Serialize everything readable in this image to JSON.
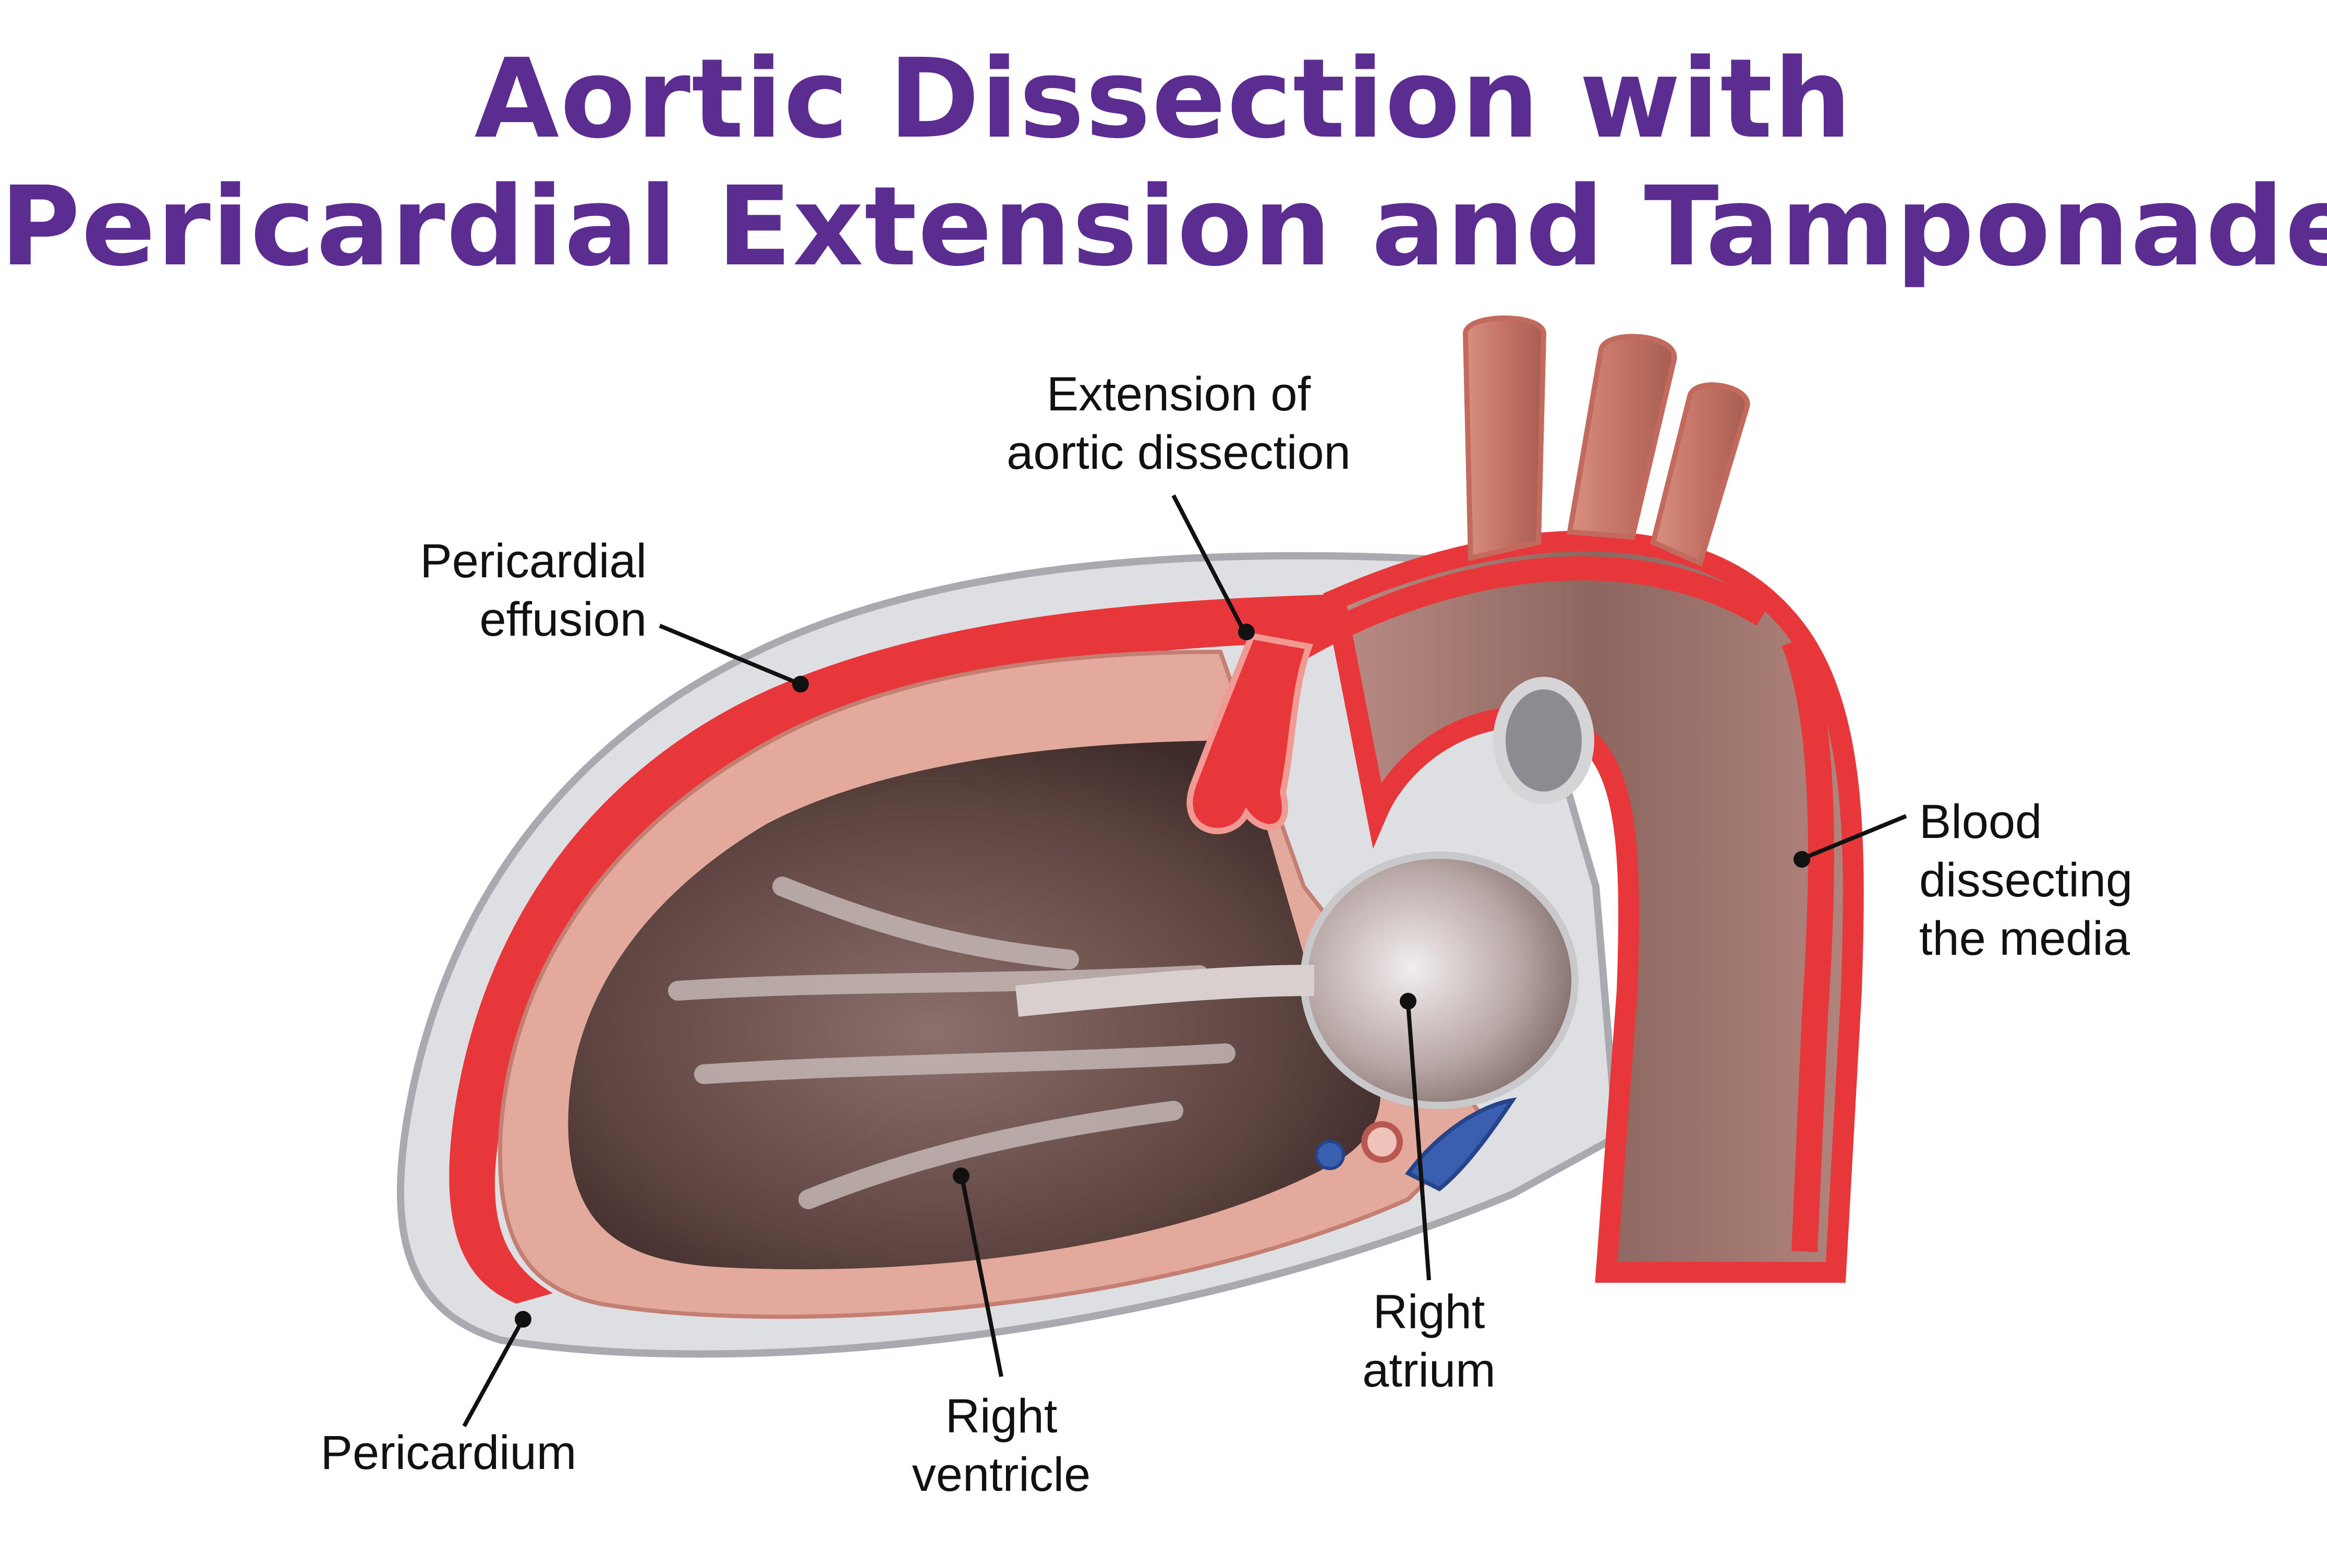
{
  "title": {
    "line1": "Aortic Dissection with",
    "line2": "Pericardial Extension and Tamponade"
  },
  "labels": {
    "extension": {
      "line1": "Extension of",
      "line2": "aortic dissection"
    },
    "effusion": {
      "line1": "Pericardial",
      "line2": "effusion"
    },
    "blood_dissecting": {
      "line1": "Blood",
      "line2": "dissecting",
      "line3": "the media"
    },
    "right_atrium": {
      "line1": "Right",
      "line2": "atrium"
    },
    "right_ventricle": {
      "line1": "Right",
      "line2": "ventricle"
    },
    "pericardium": {
      "line1": "Pericardium"
    }
  },
  "colors": {
    "title": "#5b2d91",
    "blood": "#e8373a",
    "myocardium": "#e2a99c",
    "chamber": "#6e5551",
    "pericardium": "#c9c9cb",
    "vein": "#3a5fb0",
    "leader": "#111111"
  }
}
